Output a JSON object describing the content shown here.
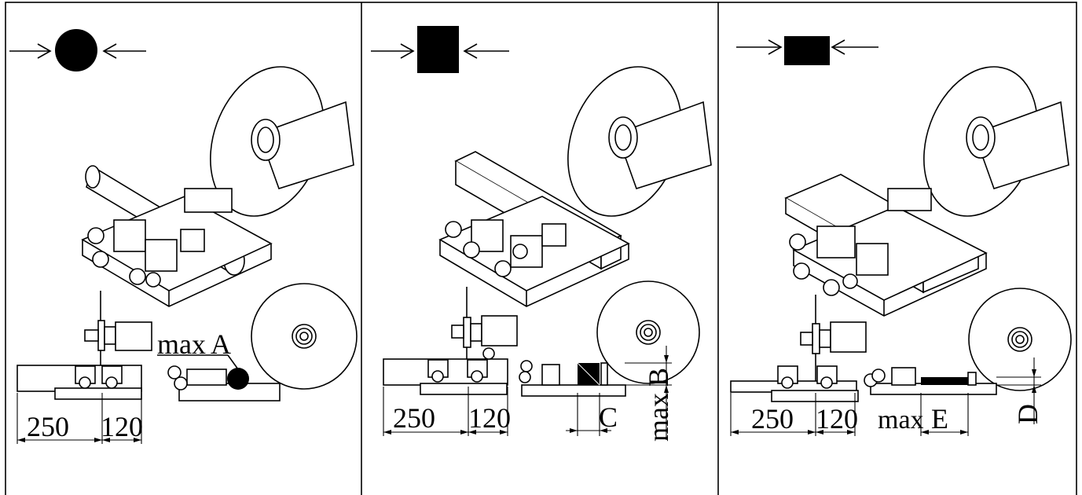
{
  "panels": [
    {
      "id": "round-stock",
      "shape_icon": "circle-icon",
      "dims": {
        "left": "250",
        "right": "120",
        "label_max": "max",
        "label_var": "A"
      }
    },
    {
      "id": "square-stock",
      "shape_icon": "square-icon",
      "dims": {
        "left": "250",
        "right": "120",
        "label_max": "max",
        "label_var_h": "B",
        "label_var_w": "C"
      }
    },
    {
      "id": "flat-stock",
      "shape_icon": "rectangle-icon",
      "dims": {
        "left": "250",
        "right": "120",
        "label_max": "max",
        "label_var_w": "E",
        "label_var_h": "D"
      }
    }
  ],
  "colors": {
    "line": "#000000",
    "background": "#ffffff"
  }
}
